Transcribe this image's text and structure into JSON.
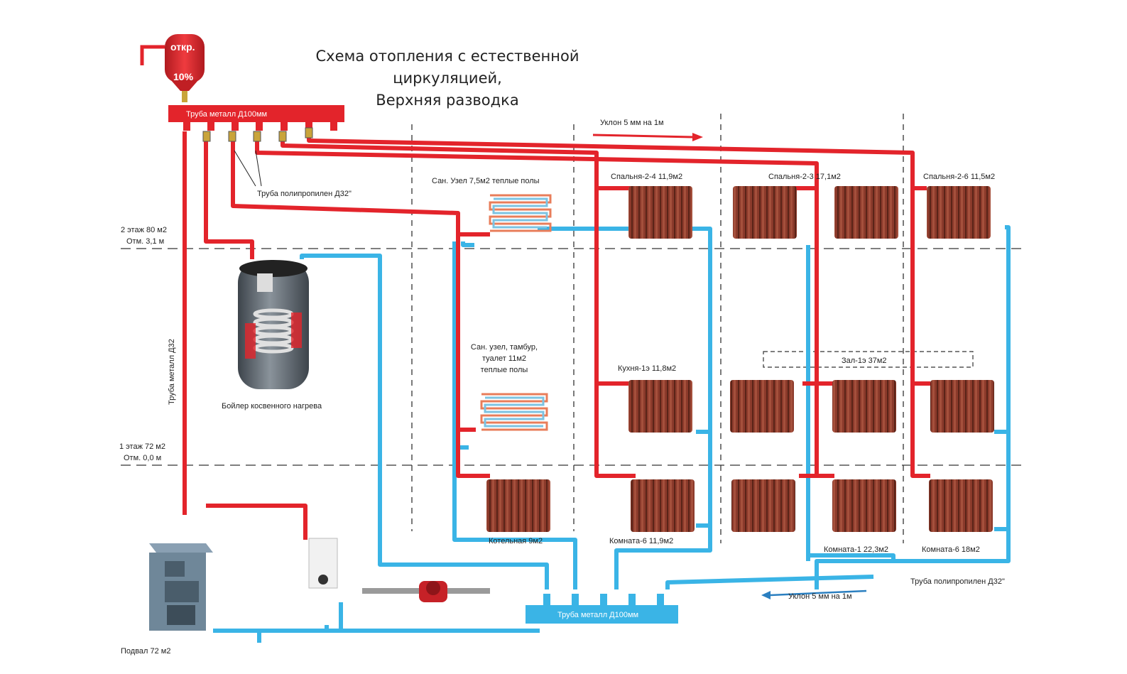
{
  "title": {
    "line1": "Схема отопления с естественной",
    "line2": "циркуляцией,",
    "line3": "Верхняя разводка"
  },
  "tank": {
    "label_open": "откр.",
    "label_pct": "10%"
  },
  "supply_manifold": {
    "label": "Труба металл Д100мм"
  },
  "return_manifold": {
    "label": "Труба металл Д100мм"
  },
  "labels": {
    "pp_pipe_top": "Труба полипропилен Д32\"",
    "pp_pipe_right": "Труба полипропилен Д32\"",
    "metal_riser": "Труба металл Д32",
    "slope_top": "Уклон 5 мм на 1м",
    "slope_bottom": "Уклон 5 мм на 1м",
    "boiler_indirect": "Бойлер косвенного нагрева",
    "basement": "Подвал 72 м2"
  },
  "floors": {
    "floor2_name": "2 этаж 80 м2",
    "floor2_mark": "Отм. 3,1 м",
    "floor1_name": "1 этаж 72 м2",
    "floor1_mark": "Отм. 0,0 м"
  },
  "underfloor": {
    "upper": "Сан. Узел 7,5м2 теплые полы",
    "lower_1": "Сан. узел, тамбур,",
    "lower_2": "туалет 11м2",
    "lower_3": "теплые полы"
  },
  "rooms": {
    "bedroom_2_4": "Спальня-2-4   11,9м2",
    "bedroom_2_3": "Спальня-2-3   17,1м2",
    "bedroom_2_6": "Спальня-2-6   11,5м2",
    "kitchen": "Кухня-1э   11,8м2",
    "hall": "Зал-1э   37м2",
    "boiler_room": "Котельная 9м2",
    "room_6a": "Комната-6 11,9м2",
    "room_1": "Комната-1 22,3м2",
    "room_6b": "Комната-6 18м2"
  },
  "colors": {
    "supply": "#e3242b",
    "return": "#3ab4e6",
    "radiator": "#8b3a2b",
    "boiler_body": "#5e6770"
  }
}
